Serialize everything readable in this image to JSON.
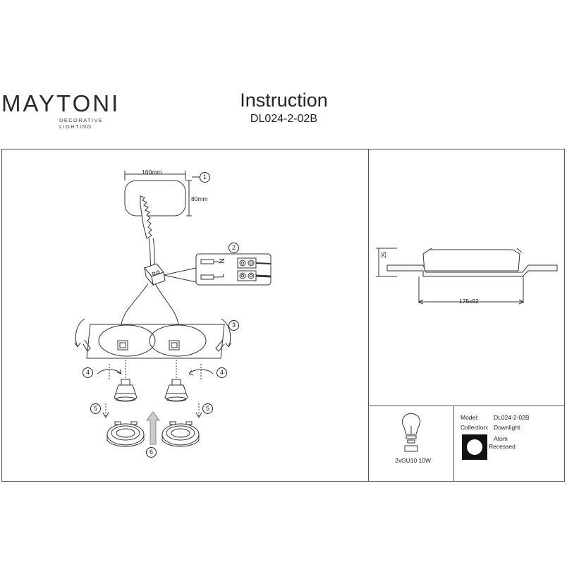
{
  "header": {
    "brand": "MAYTONI",
    "brand_tagline": "DECORATIVE LIGHTING",
    "title": "Instruction",
    "model_code": "DL024-2-02B"
  },
  "dimensions": {
    "width": "160mm",
    "height": "80mm",
    "depth": "25",
    "cutout": "175x92"
  },
  "steps": [
    "1",
    "2",
    "3",
    "4",
    "4",
    "5",
    "5",
    "6"
  ],
  "terminal": {
    "neutral": "N",
    "live": "L"
  },
  "lamp": {
    "spec": "2xGU10 10W"
  },
  "specs": {
    "model_label": "Model:",
    "model_value": "DL024-2-02B",
    "collection_label": "Collection:",
    "collection_value": "Downlight",
    "subseries": "Atom",
    "mount": "Recessed"
  },
  "colors": {
    "line": "#333333",
    "frame": "#555555"
  }
}
